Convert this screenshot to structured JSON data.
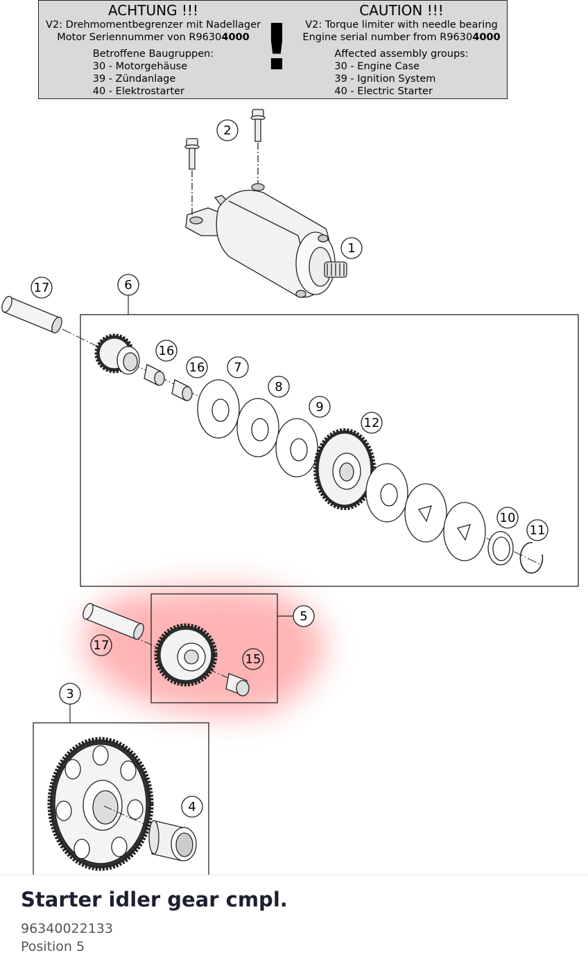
{
  "warning": {
    "de": {
      "title": "ACHTUNG !!!",
      "line1": "V2: Drehmomentbegrenzer mit Nadellager",
      "line2_prefix": "Motor Seriennummer von R9630",
      "line2_bold": "4000",
      "groups_label": "Betroffene Baugruppen:",
      "groups": [
        "30 - Motorgehäuse",
        "39 - Zündanlage",
        "40 - Elektrostarter"
      ]
    },
    "en": {
      "title": "CAUTION !!!",
      "line1": "V2: Torque limiter with needle bearing",
      "line2_prefix": "Engine serial number from R9630",
      "line2_bold": "4000",
      "groups_label": "Affected assembly groups:",
      "groups": [
        "30 - Engine Case",
        "39 - Ignition System",
        "40 - Electric Starter"
      ]
    },
    "symbol": "!"
  },
  "callouts": {
    "c1": "1",
    "c2": "2",
    "c3": "3",
    "c4": "4",
    "c5": "5",
    "c6": "6",
    "c7": "7",
    "c8": "8",
    "c9": "9",
    "c10": "10",
    "c11": "11",
    "c12": "12",
    "c15": "15",
    "c16a": "16",
    "c16b": "16",
    "c17a": "17",
    "c17b": "17"
  },
  "highlight_color": "#ff5a5a",
  "part": {
    "title": "Starter idler gear cmpl.",
    "number": "96340022133",
    "position": "Position 5"
  }
}
